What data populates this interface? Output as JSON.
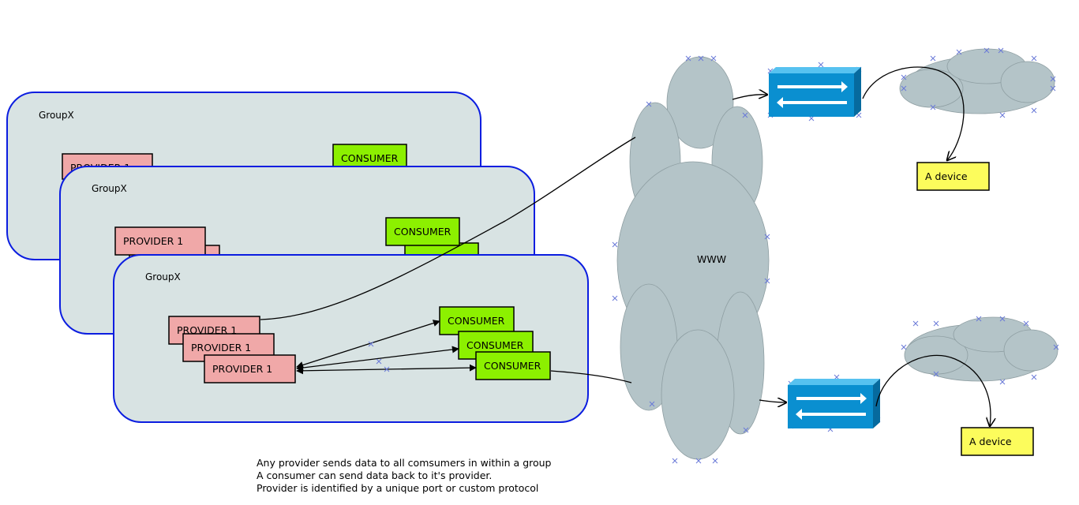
{
  "diagram": {
    "groups": [
      {
        "label": "GroupX",
        "provider_label": "PROVIDER 1",
        "consumer_label": "CONSUMER"
      },
      {
        "label": "GroupX",
        "provider_label": "PROVIDER 1",
        "consumer_label": "CONSUMER"
      },
      {
        "label": "GroupX",
        "provider_label": "PROVIDER 1",
        "consumer_label": "CONSUMER"
      }
    ],
    "front_group": {
      "providers": [
        "PROVIDER 1",
        "PROVIDER 1",
        "PROVIDER 1"
      ],
      "consumers": [
        "CONSUMER",
        "CONSUMER",
        "CONSUMER"
      ]
    },
    "internet_label": "WWW",
    "devices": [
      "A device",
      "A device"
    ],
    "notes": [
      "Any provider  sends data to all comsumers in within a group",
      "A consumer can send data back to it's provider.",
      "Provider is identified by a unique port or custom protocol"
    ]
  },
  "colors": {
    "group_fill": "#d8e3e3",
    "group_border": "#0b1de0",
    "provider_fill": "#f0a8a8",
    "consumer_fill": "#8cf000",
    "cloud_fill": "#b4c4c8",
    "router_fill": "#0a8fd0",
    "device_fill": "#fcfc5c"
  },
  "icons": [
    "cloud-icon",
    "router-icon",
    "arrow-icon"
  ]
}
